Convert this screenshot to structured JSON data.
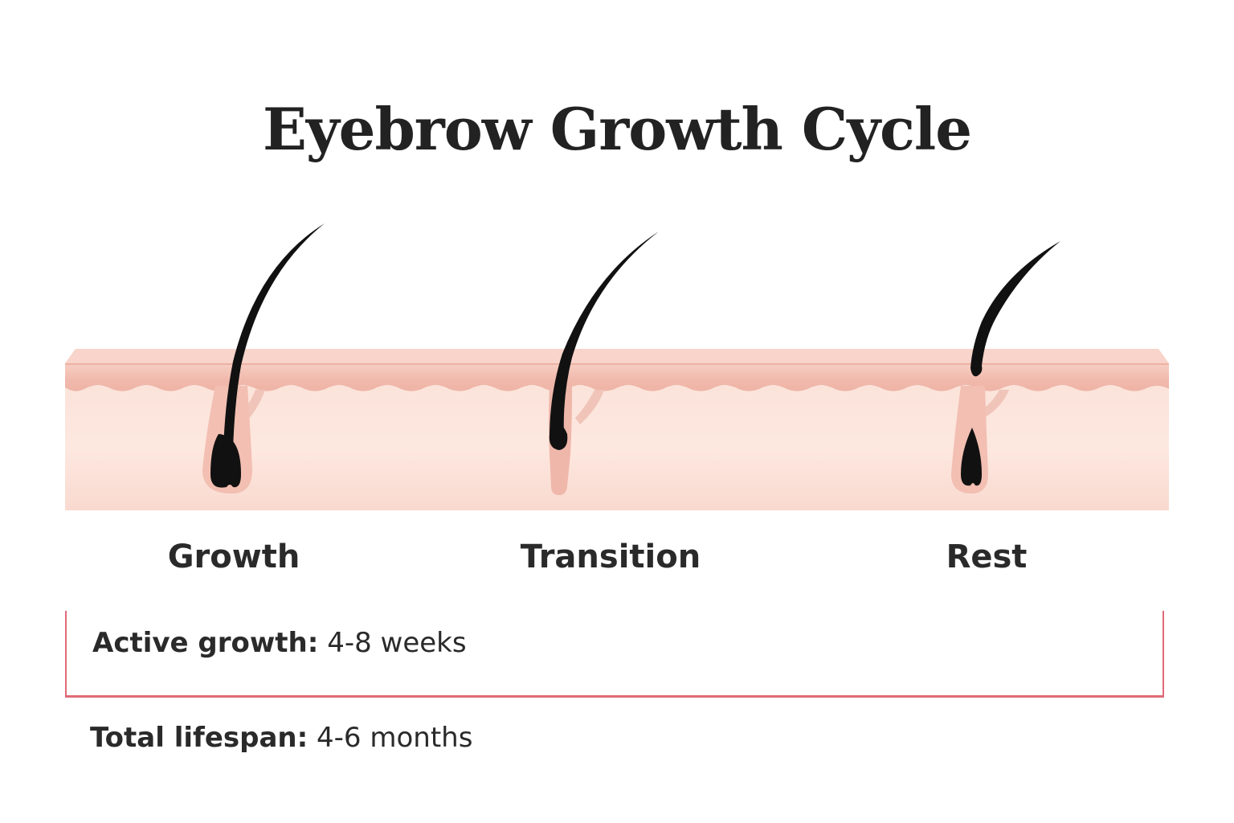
{
  "title": "Eyebrow Growth Cycle",
  "stages": [
    {
      "label": "Growth"
    },
    {
      "label": "Transition"
    },
    {
      "label": "Rest"
    }
  ],
  "active_growth": {
    "label": "Active growth:",
    "value": "4-8 weeks"
  },
  "total_lifespan": {
    "label": "Total lifespan:",
    "value": "4-6 months"
  },
  "colors": {
    "skin_top": "#f4c2b6",
    "skin_body": "#fbe1d8",
    "hair": "#111111",
    "bracket": "#e06a78",
    "text": "#2a2a2a"
  }
}
